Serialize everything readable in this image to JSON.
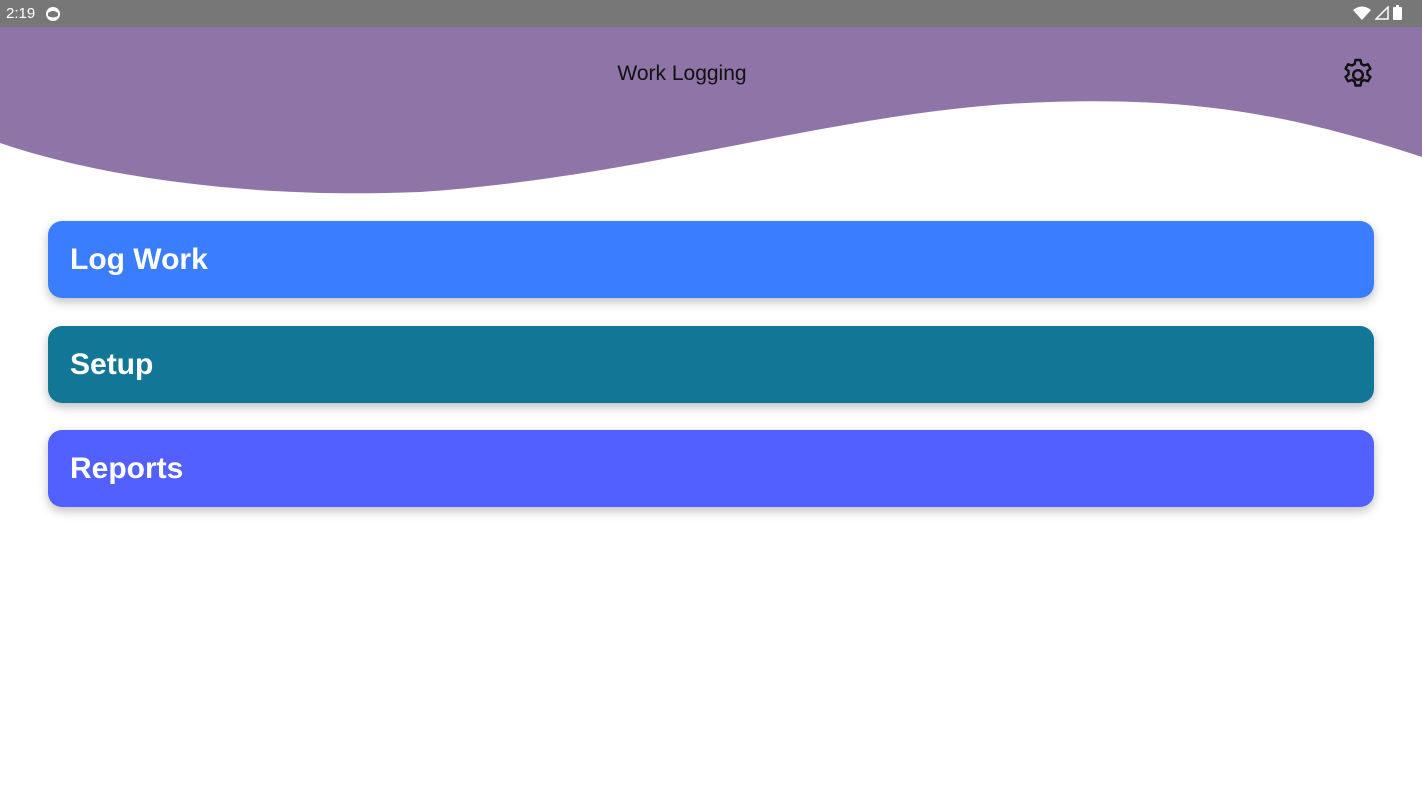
{
  "status_bar": {
    "time": "2:19"
  },
  "header": {
    "title": "Work Logging",
    "settings_icon": "gear-icon",
    "color": "#8e74a7"
  },
  "menu": [
    {
      "label": "Log Work",
      "color": "#3a7eff"
    },
    {
      "label": "Setup",
      "color": "#127797"
    },
    {
      "label": "Reports",
      "color": "#5260ff"
    }
  ]
}
